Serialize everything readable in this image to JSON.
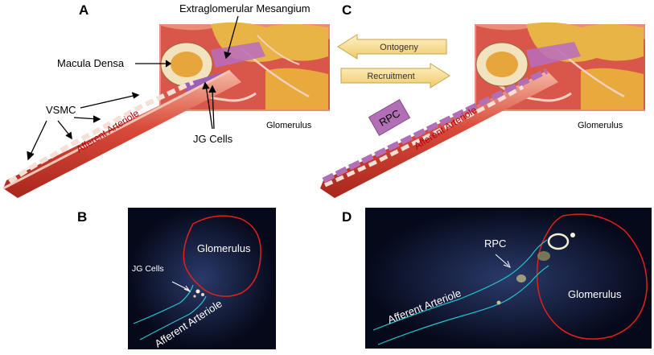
{
  "panels": {
    "a": {
      "letter": "A",
      "labels": {
        "extraglomerular": "Extraglomerular Mesangium",
        "macula": "Macula Densa",
        "vsmc": "VSMC",
        "afferent": "Afferent Arteriole",
        "jg": "JG Cells",
        "glomerulus": "Glomerulus"
      }
    },
    "b": {
      "letter": "B",
      "labels": {
        "glomerulus": "Glomerulus",
        "jg": "JG Cells",
        "afferent": "Afferent Arteriole"
      }
    },
    "c": {
      "letter": "C",
      "labels": {
        "ontogeny": "Ontogeny",
        "recruitment": "Recruitment",
        "rpc": "RPC",
        "afferent": "Afferent Arteriole",
        "glomerulus": "Glomerulus"
      }
    },
    "d": {
      "letter": "D",
      "labels": {
        "rpc": "RPC",
        "afferent": "Afferent Arteriole",
        "glomerulus": "Glomerulus"
      }
    }
  },
  "colors": {
    "arteriole": "#d94a3a",
    "glomerulus_outline": "#e3201b",
    "vessel_outline": "#27c3cf",
    "arrow_fill": "#fbe8a6",
    "rpc_cells": "#b36fb5"
  }
}
